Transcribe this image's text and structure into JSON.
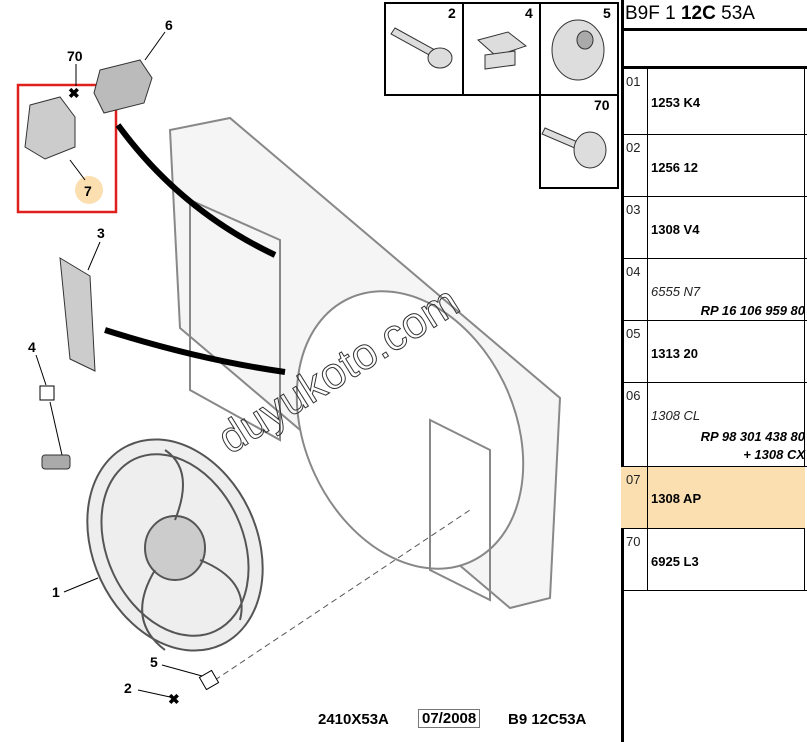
{
  "header": {
    "title_prefix": "B9F 1 ",
    "title_bold": "12C",
    "title_suffix": " 53A"
  },
  "parts": [
    {
      "num": "01",
      "ref": "1253 K4"
    },
    {
      "num": "02",
      "ref": "1256 12"
    },
    {
      "num": "03",
      "ref": "1308 V4"
    },
    {
      "num": "04",
      "ref": "6555 N7",
      "alt": "RP 16 106 959 80"
    },
    {
      "num": "05",
      "ref": "1313 20"
    },
    {
      "num": "06",
      "ref": "1308 CL",
      "alt": "RP 98 301 438 80",
      "alt2": "+ 1308 CX"
    },
    {
      "num": "07",
      "ref": "1308 AP",
      "highlighted": true
    },
    {
      "num": "70",
      "ref": "6925 L3"
    }
  ],
  "callouts": {
    "c1": "1",
    "c2": "2",
    "c3": "3",
    "c4": "4",
    "c5": "5",
    "c6": "6",
    "c7": "7",
    "c70": "70"
  },
  "inset_labels": {
    "i2": "2",
    "i4": "4",
    "i5": "5",
    "i70": "70"
  },
  "footer": {
    "code": "2410X53A",
    "date": "07/2008",
    "ref": "B9 12C53A"
  },
  "watermark": "duyukoto.com",
  "colors": {
    "highlight": "#fbdfb1",
    "selection_box": "#e0201c"
  }
}
